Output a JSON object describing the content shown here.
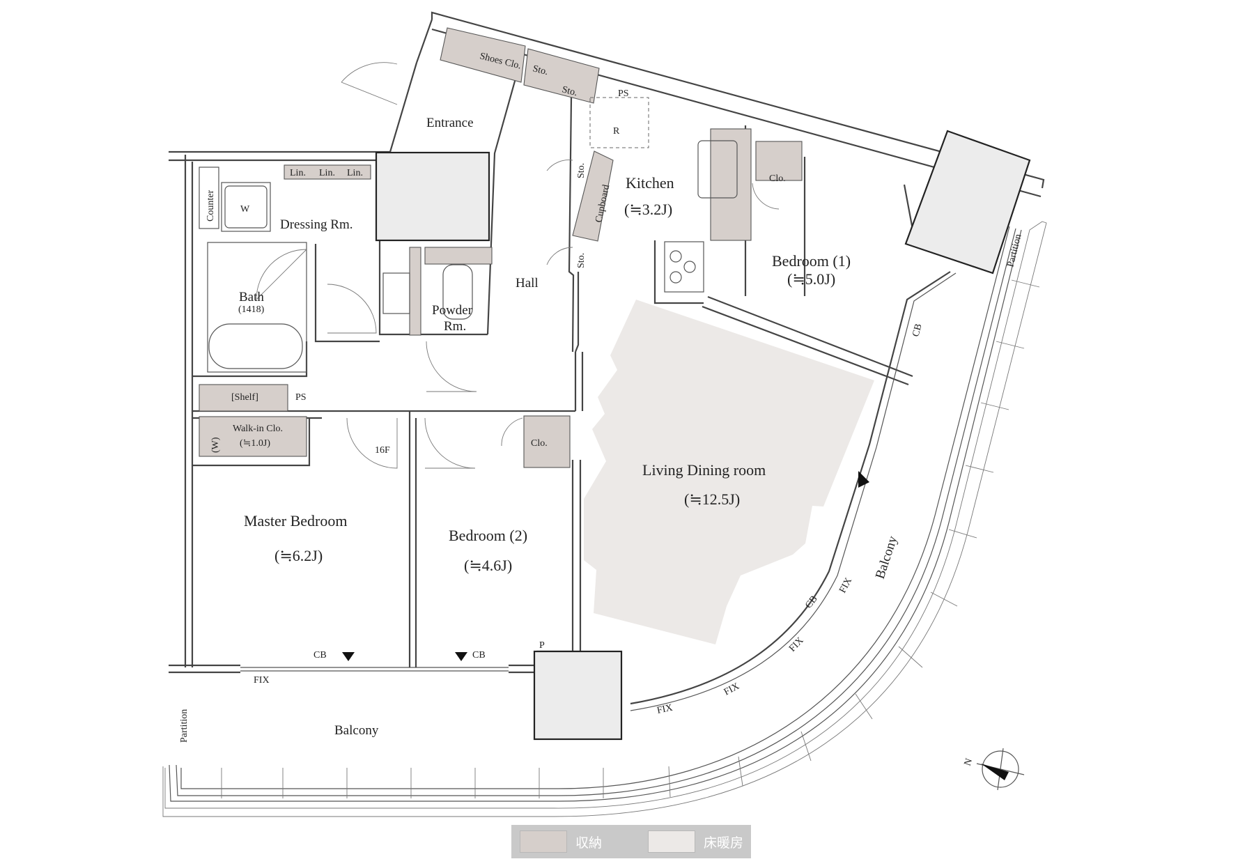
{
  "rooms": {
    "entrance": "Entrance",
    "shoes_closet": "Shoes Clo.",
    "storage_small": "Sto.",
    "storage_entry": "Sto.",
    "ps_top": "PS",
    "fridge": "R",
    "kitchen": "Kitchen",
    "kitchen_size": "(≒3.2J)",
    "cupboard": "Cupboard",
    "sto_kitchen_upper": "Sto.",
    "sto_kitchen_lower": "Sto.",
    "hall": "Hall",
    "dressing": "Dressing Rm.",
    "counter": "Counter",
    "washer": "W",
    "linen_1": "Lin.",
    "linen_2": "Lin.",
    "linen_3": "Lin.",
    "bath": "Bath",
    "bath_size": "(1418)",
    "powder": "Powder",
    "powder_2": "Rm.",
    "shelf": "[Shelf]",
    "ps_mid": "PS",
    "walkin": "Walk-in Clo.",
    "walkin_size": "(≒1.0J)",
    "walkin_w": "(W)",
    "door_16f": "16F",
    "closet_bed2": "Clo.",
    "closet_bed1": "Clo.",
    "bedroom1": "Bedroom (1)",
    "bedroom1_size": "(≒5.0J)",
    "living": "Living Dining room",
    "living_size": "(≒12.5J)",
    "master": "Master Bedroom",
    "master_size": "(≒6.2J)",
    "bedroom2": "Bedroom (2)",
    "bedroom2_size": "(≒4.6J)",
    "pipe": "P",
    "balcony_south": "Balcony",
    "balcony_east": "Balcony"
  },
  "annotations": {
    "cb_left": "CB",
    "cb_right": "CB",
    "cb_bedroom1": "CB",
    "cb_curve": "CB",
    "fix_left": "FIX",
    "fix_curve_1": "FIX",
    "fix_curve_2": "FIX",
    "fix_curve_3": "FIX",
    "fix_curve_4": "FIX",
    "partition_left": "Partition",
    "partition_right": "Partition",
    "north": "N"
  },
  "legend": {
    "storage_label": "収納",
    "floor_heating_label": "床暖房",
    "storage_color": "#d6cfcb",
    "floor_heating_color": "#ece9e7"
  }
}
